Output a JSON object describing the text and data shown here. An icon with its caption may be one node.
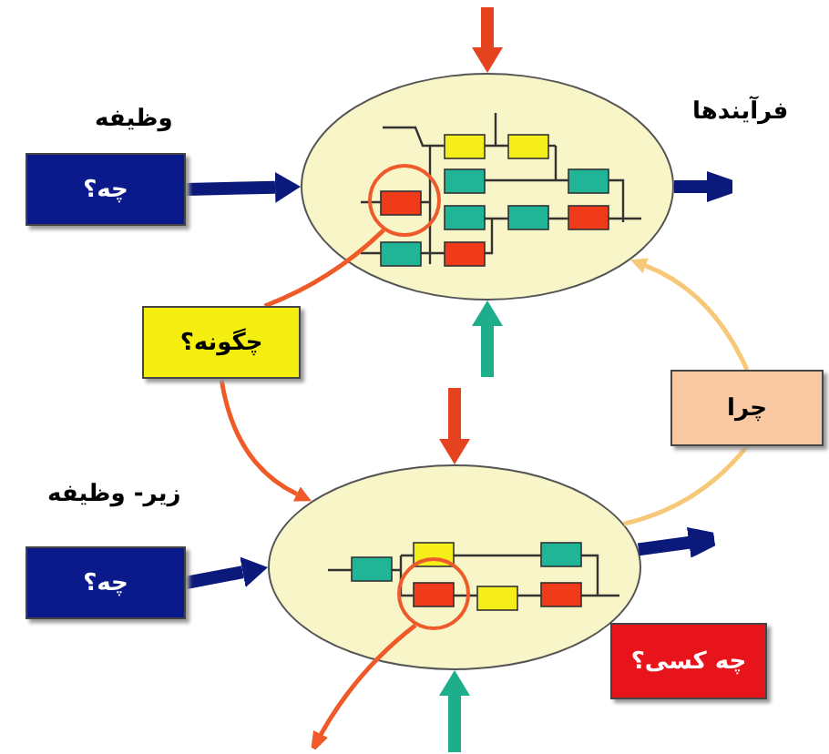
{
  "diagram": {
    "nodes": [
      {
        "text": [
          "وظیفه",
          "چه؟"
        ]
      },
      {
        "text": [],
        "shape": "circle"
      },
      {
        "text": [],
        "shape": "circle",
        "in": 1
      },
      {
        "text": [
          "چگونه؟"
        ]
      },
      {
        "text": [
          "چرا"
        ]
      },
      {
        "text": [],
        "shape": "circle"
      },
      {
        "text": [],
        "shape": "circle",
        "in": 5
      },
      {
        "text": [
          "زیر- وظیفه",
          "چه؟"
        ]
      },
      {
        "text": [
          "چه کسی؟"
        ]
      }
    ],
    "edges": [
      {
        "from": 0,
        "to": 1,
        "arrow": "to"
      },
      {
        "from": 1,
        "to": null,
        "arrow": "to"
      },
      {
        "from": null,
        "to": 1,
        "arrow": "to",
        "color": "#e5421f"
      },
      {
        "from": null,
        "to": 1,
        "arrow": "to",
        "color": "#1fae8c"
      },
      {
        "from": 2,
        "to": 3,
        "arrow": "none",
        "color": "#f05a28"
      },
      {
        "from": 3,
        "to": 5,
        "arrow": "to",
        "color": "#f05a28"
      },
      {
        "from": 7,
        "to": 5,
        "arrow": "to"
      },
      {
        "from": 5,
        "to": null,
        "arrow": "to"
      },
      {
        "from": null,
        "to": 5,
        "arrow": "to",
        "color": "#e5421f"
      },
      {
        "from": null,
        "to": 5,
        "arrow": "to",
        "color": "#1fae8c"
      },
      {
        "from": 6,
        "to": null,
        "arrow": "to",
        "color": "#f05a28"
      },
      {
        "from": 5,
        "to": 4,
        "arrow": "none",
        "color": "#f7c878"
      },
      {
        "from": 4,
        "to": 1,
        "arrow": "to",
        "color": "#f7c878"
      }
    ],
    "labels": [
      "فرآیندها"
    ]
  }
}
